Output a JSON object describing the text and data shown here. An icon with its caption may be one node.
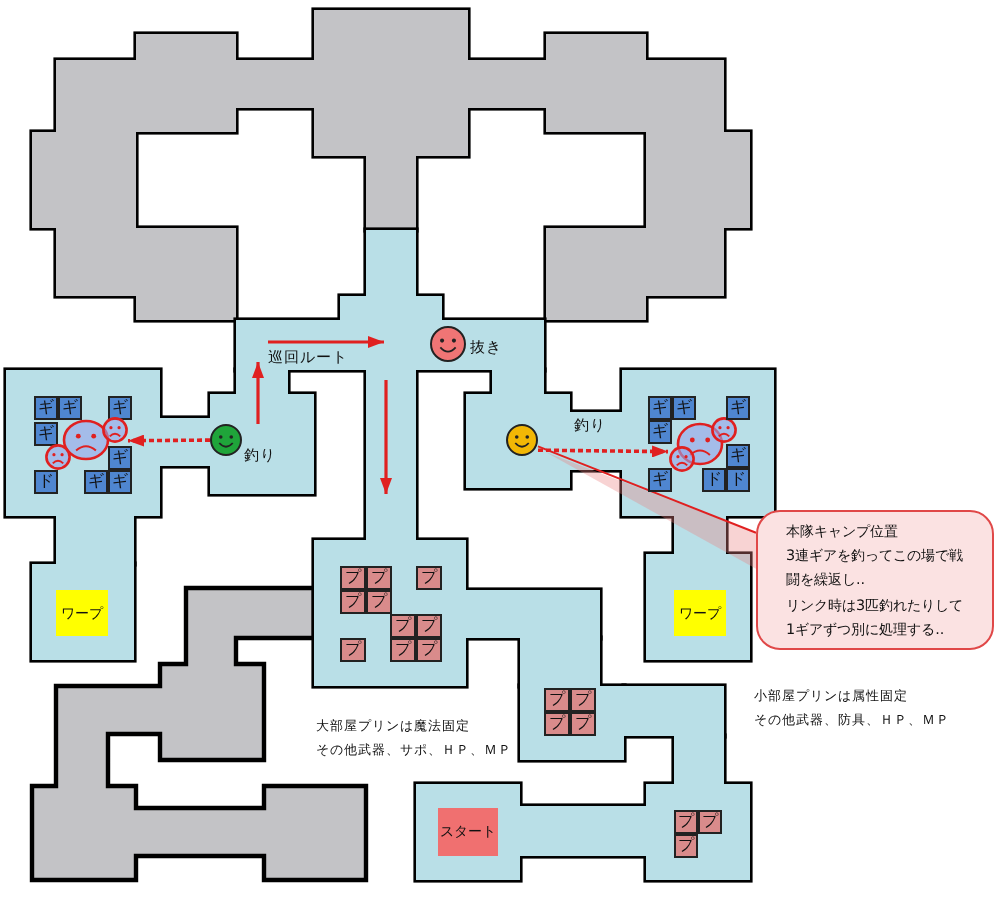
{
  "diagram": {
    "nodes": [
      {
        "text": [
          "ギ"
        ]
      },
      {
        "text": [
          "ギ"
        ]
      },
      {
        "text": [
          "ギ"
        ]
      },
      {
        "text": [
          "ギ"
        ]
      },
      {
        "text": [
          "ギ"
        ]
      },
      {
        "text": [
          "ド"
        ]
      },
      {
        "text": [
          "ギ"
        ]
      },
      {
        "text": [
          "ギ"
        ]
      },
      {
        "text": [],
        "shape": "picture"
      },
      {
        "text": [],
        "shape": "picture",
        "beside": [
          "釣り"
        ]
      },
      {
        "text": [],
        "shape": "picture",
        "beside": [
          "釣り"
        ]
      },
      {
        "text": [],
        "shape": "picture"
      },
      {
        "text": [
          "ギ"
        ]
      },
      {
        "text": [
          "ギ"
        ]
      },
      {
        "text": [
          "ギ"
        ]
      },
      {
        "text": [
          "ギ"
        ]
      },
      {
        "text": [
          "ギ"
        ]
      },
      {
        "text": [
          "ギ"
        ]
      },
      {
        "text": [
          "ド"
        ]
      },
      {
        "text": [
          "ド"
        ]
      },
      {
        "text": [
          "本隊キャンプ位置",
          "3連ギアを釣ってこの場で戦闘を繰返し..",
          "リンク時は3匹釣れたりして1ギアずつ別に処理する.."
        ]
      },
      {
        "text": [
          "ワープ"
        ]
      },
      {
        "text": [
          "ワープ"
        ]
      },
      {
        "text": [
          "プ"
        ]
      },
      {
        "text": [
          "プ"
        ]
      },
      {
        "text": [
          "プ"
        ]
      },
      {
        "text": [
          "プ"
        ]
      },
      {
        "text": [
          "プ"
        ]
      },
      {
        "text": [
          "プ"
        ]
      },
      {
        "text": [
          "プ"
        ]
      },
      {
        "text": [
          "プ"
        ]
      },
      {
        "text": [
          "プ"
        ]
      },
      {
        "text": [
          "プ"
        ]
      },
      {
        "text": [
          "プ"
        ]
      },
      {
        "text": [
          "プ"
        ]
      },
      {
        "text": [
          "プ"
        ]
      },
      {
        "text": [
          "プ"
        ]
      },
      {
        "text": [
          "プ"
        ]
      },
      {
        "text": [
          "プ"
        ]
      },
      {
        "text": [
          "プ"
        ]
      },
      {
        "text": [
          "スタート"
        ]
      }
    ],
    "edges": [
      {
        "from": 9,
        "to": 8,
        "arrow": "to",
        "style": "dashed"
      },
      {
        "from": 10,
        "to": 11,
        "arrow": "to",
        "style": "dashed"
      },
      {
        "from": 20,
        "to": 10,
        "arrow": "none"
      }
    ],
    "labels": [
      "巡回ルート",
      "抜き",
      "小部屋プリンは属性固定",
      "その他武器、防具、ＨＰ、ＭＰ",
      "大部屋プリンは魔法固定",
      "その他武器、サポ、ＨＰ、ＭＰ"
    ]
  }
}
